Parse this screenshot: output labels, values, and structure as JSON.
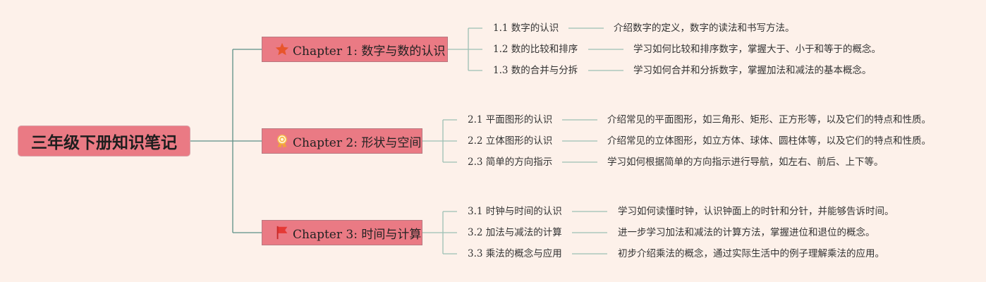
{
  "root": {
    "title": "三年级下册知识笔记"
  },
  "colors": {
    "background": "#fdf1ea",
    "node": "#ea7a84",
    "line": "#5d8f86",
    "leaf_line": "#9cc0b4"
  },
  "chapters": [
    {
      "label": "Chapter 1: 数字与数的认识",
      "icon": "star-icon",
      "topics": [
        {
          "title": "1.1 数字的认识",
          "description": "介绍数字的定义，数字的读法和书写方法。"
        },
        {
          "title": "1.2 数的比较和排序",
          "description": "学习如何比较和排序数字，掌握大于、小于和等于的概念。"
        },
        {
          "title": "1.3 数的合并与分拆",
          "description": "学习如何合并和分拆数字，掌握加法和减法的基本概念。"
        }
      ]
    },
    {
      "label": "Chapter 2: 形状与空间",
      "icon": "award-medal-icon",
      "topics": [
        {
          "title": "2.1 平面图形的认识",
          "description": "介绍常见的平面图形，如三角形、矩形、正方形等，以及它们的特点和性质。"
        },
        {
          "title": "2.2 立体图形的认识",
          "description": "介绍常见的立体图形，如立方体、球体、圆柱体等，以及它们的特点和性质。"
        },
        {
          "title": "2.3 简单的方向指示",
          "description": "学习如何根据简单的方向指示进行导航，如左右、前后、上下等。"
        }
      ]
    },
    {
      "label": "Chapter 3: 时间与计算",
      "icon": "red-flag-icon",
      "topics": [
        {
          "title": "3.1 时钟与时间的认识",
          "description": "学习如何读懂时钟，认识钟面上的时针和分针，并能够告诉时间。"
        },
        {
          "title": "3.2 加法与减法的计算",
          "description": "进一步学习加法和减法的计算方法，掌握进位和退位的概念。"
        },
        {
          "title": "3.3 乘法的概念与应用",
          "description": "初步介绍乘法的概念，通过实际生活中的例子理解乘法的应用。"
        }
      ]
    }
  ]
}
